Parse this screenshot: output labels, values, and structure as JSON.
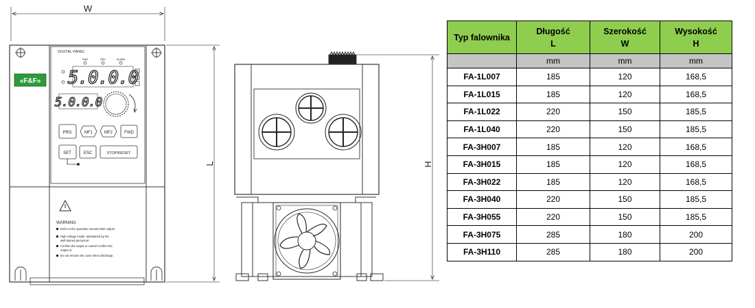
{
  "drawing": {
    "dim_width": "W",
    "dim_length": "L",
    "dim_height": "H",
    "panel_title": "DIGITAL PANEL",
    "indicators": [
      "FWD",
      "REV",
      "ALARM"
    ],
    "main_display": "5.0.0.0",
    "sub_display": "5.0.0.0",
    "logo_text": "«F&F»",
    "buttons": {
      "prg": "PRG",
      "mf1": "MF1",
      "mf2": "MF2",
      "fwd": "FWD",
      "set": "SET",
      "esc": "ESC",
      "stop": "STOP/RESET"
    },
    "warning_title": "WARNING",
    "warning_lines": [
      "Refer to the operation manual when adjust",
      "High voltage inside. Maintained by the",
      "well-trained personnel.",
      "Confirm the output or control Confirm the",
      "output or",
      "Do not remove the cover when discharge."
    ]
  },
  "table": {
    "headers": [
      {
        "line1": "Typ falownika",
        "line2": ""
      },
      {
        "line1": "Długość",
        "line2": "L"
      },
      {
        "line1": "Szerokość",
        "line2": "W"
      },
      {
        "line1": "Wysokość",
        "line2": "H"
      }
    ],
    "units": [
      "",
      "mm",
      "mm",
      "mm"
    ],
    "rows": [
      {
        "type": "FA-1L007",
        "L": "185",
        "W": "120",
        "H": "168,5"
      },
      {
        "type": "FA-1L015",
        "L": "185",
        "W": "120",
        "H": "168,5"
      },
      {
        "type": "FA-1L022",
        "L": "220",
        "W": "150",
        "H": "185,5"
      },
      {
        "type": "FA-1L040",
        "L": "220",
        "W": "150",
        "H": "185,5"
      },
      {
        "type": "FA-3H007",
        "L": "185",
        "W": "120",
        "H": "168,5"
      },
      {
        "type": "FA-3H015",
        "L": "185",
        "W": "120",
        "H": "168,5"
      },
      {
        "type": "FA-3H022",
        "L": "185",
        "W": "120",
        "H": "168,5"
      },
      {
        "type": "FA-3H040",
        "L": "220",
        "W": "150",
        "H": "185,5"
      },
      {
        "type": "FA-3H055",
        "L": "220",
        "W": "150",
        "H": "185,5"
      },
      {
        "type": "FA-3H075",
        "L": "285",
        "W": "180",
        "H": "200"
      },
      {
        "type": "FA-3H110",
        "L": "285",
        "W": "180",
        "H": "200"
      }
    ],
    "header_color": "#8fcd4f",
    "units_color": "#c4c4c4"
  }
}
